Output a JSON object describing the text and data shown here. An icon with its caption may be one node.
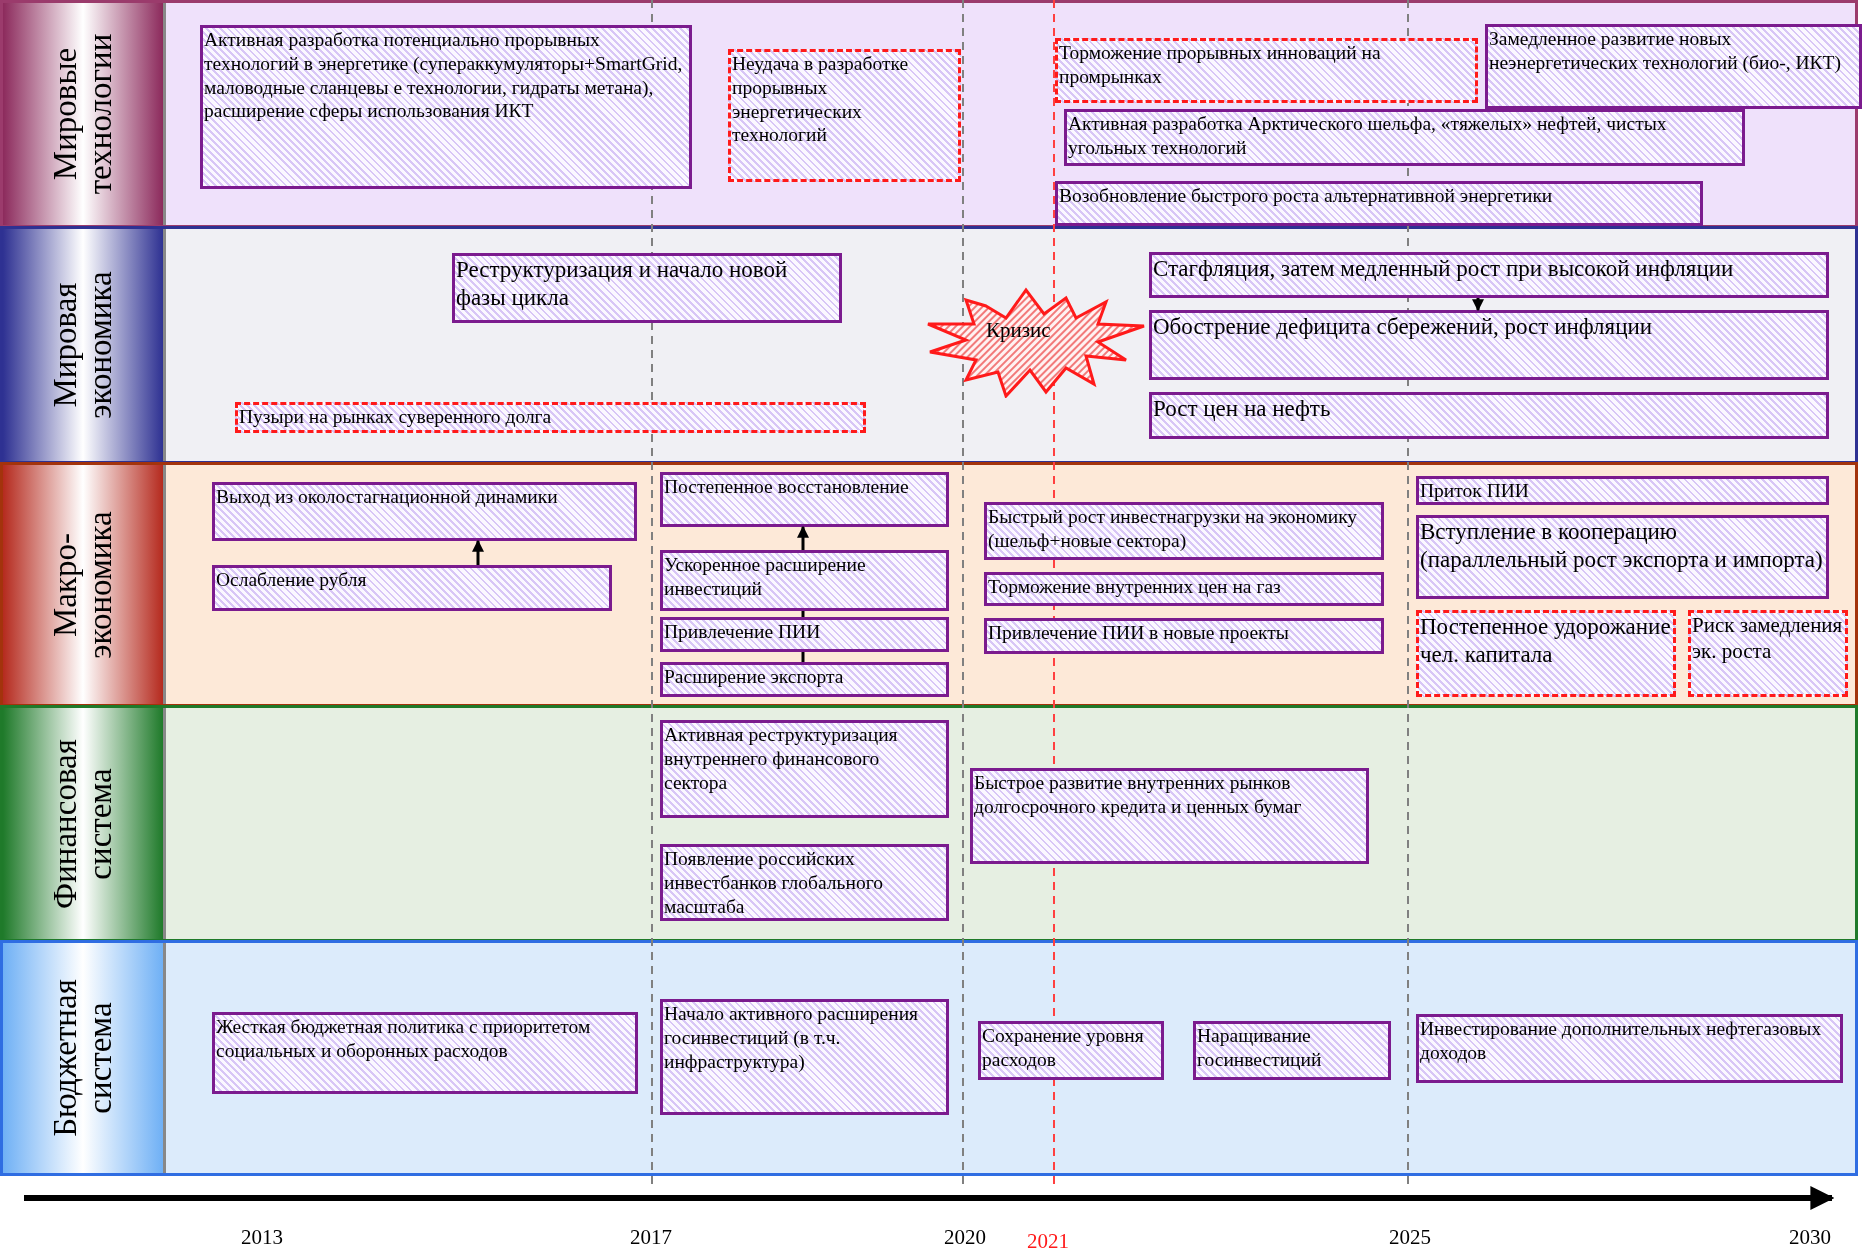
{
  "diagram": {
    "nodes": [
      {
        "text": [
          "Мировые технологии"
        ]
      },
      {
        "text": [
          "Активная разработка потенциально прорывных технологий в энергетике (супераккумуляторы+SmartGrid, маловодные сланцевы е технологии, гидраты метана), расширение сферы использования ИКТ"
        ],
        "in": 0
      },
      {
        "text": [
          "Неудача в разработке прорывных энергетических технологий"
        ],
        "in": 0
      },
      {
        "text": [
          "Торможение прорывных инноваций на промрынках"
        ],
        "in": 0
      },
      {
        "text": [
          "Замедленное развитие новых неэнергетических технологий (био-, ИКТ)"
        ],
        "in": 0
      },
      {
        "text": [
          "Активная разработка Арктического шельфа, «тяжелых» нефтей, чистых угольных технологий"
        ],
        "in": 0
      },
      {
        "text": [
          "Возобновление быстрого роста альтернативной энергетики"
        ],
        "in": 0
      },
      {
        "text": [
          "Мировая экономика"
        ]
      },
      {
        "text": [
          "Реструктуризация и начало новой фазы цикла"
        ],
        "in": 7
      },
      {
        "text": [
          "Пузыри на рынках суверенного долга"
        ],
        "in": 7
      },
      {
        "text": [
          "Кризис"
        ],
        "in": 7
      },
      {
        "text": [
          "Стагфляция, затем медленный рост при высокой инфляции"
        ],
        "in": 7
      },
      {
        "text": [
          "Обострение дефицита сбережений, рост инфляции"
        ],
        "in": 7
      },
      {
        "text": [
          "Рост цен на нефть"
        ],
        "in": 7
      },
      {
        "text": [
          "Макро- экономика"
        ]
      },
      {
        "text": [
          "Выход из околостагнационной динамики"
        ],
        "in": 14
      },
      {
        "text": [
          "Ослабление рубля"
        ],
        "in": 14
      },
      {
        "text": [
          "Постепенное восстановление"
        ],
        "in": 14
      },
      {
        "text": [
          "Ускоренное расширение инвестиций"
        ],
        "in": 14
      },
      {
        "text": [
          "Привлечение ПИИ"
        ],
        "in": 14
      },
      {
        "text": [
          "Расширение экспорта"
        ],
        "in": 14
      },
      {
        "text": [
          "Быстрый рост инвестнагрузки на экономику (шельф+новые сектора)"
        ],
        "in": 14
      },
      {
        "text": [
          "Торможение внутренних цен на газ"
        ],
        "in": 14
      },
      {
        "text": [
          "Привлечение ПИИ в новые проекты"
        ],
        "in": 14
      },
      {
        "text": [
          "Приток ПИИ"
        ],
        "in": 14
      },
      {
        "text": [
          "Вступление в кооперацию (параллельный рост экспорта и импорта)"
        ],
        "in": 14
      },
      {
        "text": [
          "Постепенное удорожание чел. капитала"
        ],
        "in": 14
      },
      {
        "text": [
          "Риск замедления эк. роста"
        ],
        "in": 14
      },
      {
        "text": [
          "Финансовая система"
        ]
      },
      {
        "text": [
          "Активная реструктуризация внутреннего финансового сектора"
        ],
        "in": 28
      },
      {
        "text": [
          "Появление российских инвестбанков глобального масштаба"
        ],
        "in": 28
      },
      {
        "text": [
          "Быстрое развитие внутренних рынков долгосрочного кредита и ценных бумаг"
        ],
        "in": 28
      },
      {
        "text": [
          "Бюджетная система"
        ]
      },
      {
        "text": [
          "Жесткая бюджетная политика с приоритетом социальных и оборонных расходов"
        ],
        "in": 32
      },
      {
        "text": [
          "Начало активного расширения госинвестиций (в т.ч. инфраструктура)"
        ],
        "in": 32
      },
      {
        "text": [
          "Сохранение уровня расходов"
        ],
        "in": 32
      },
      {
        "text": [
          "Наращивание госинвестиций"
        ],
        "in": 32
      },
      {
        "text": [
          "Инвестирование дополнительных нефтегазовых доходов"
        ],
        "in": 32
      }
    ],
    "edges": [
      {
        "from": 16,
        "to": 15,
        "arrow": "to"
      },
      {
        "from": 18,
        "to": 17,
        "arrow": "to"
      },
      {
        "from": 19,
        "to": 18,
        "arrow": "none"
      },
      {
        "from": 20,
        "to": 19,
        "arrow": "none"
      },
      {
        "from": 11,
        "to": 12,
        "arrow": "to"
      }
    ],
    "labels": [
      "2013",
      "2017",
      "2020",
      "2021",
      "2025",
      "2030"
    ]
  }
}
